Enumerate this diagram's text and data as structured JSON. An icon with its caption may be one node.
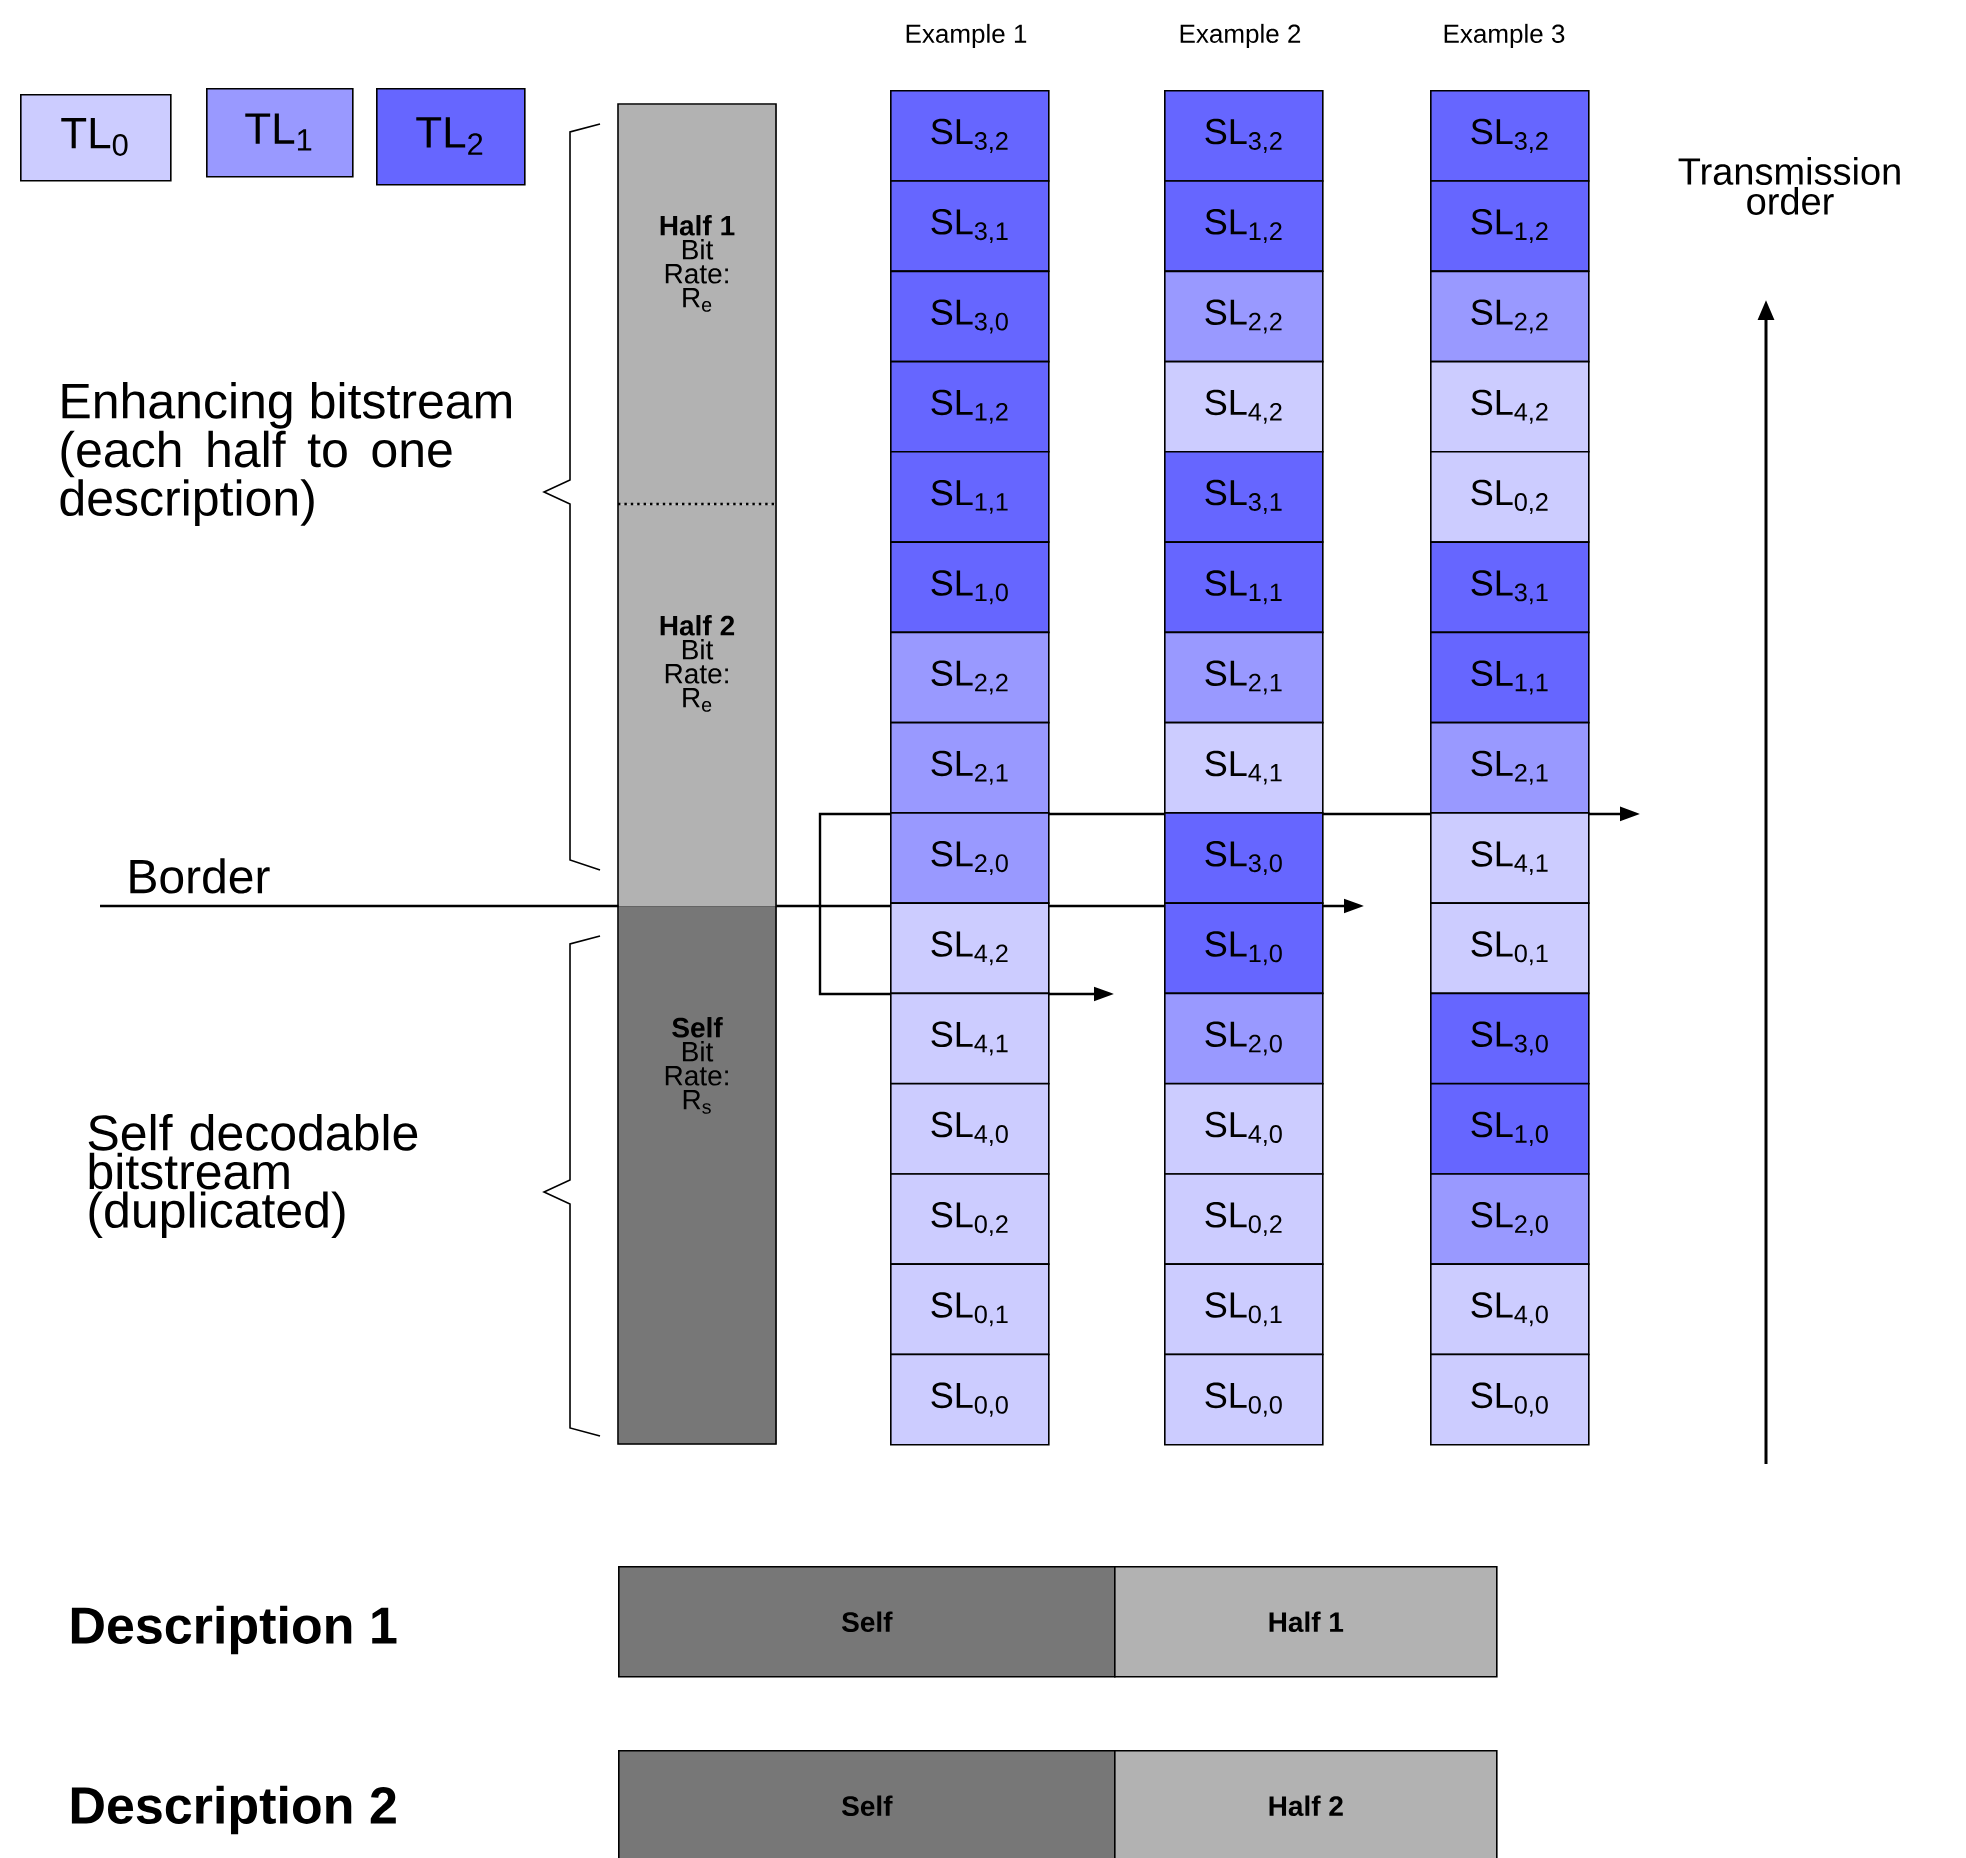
{
  "diagram": {
    "nodes": [
      {
        "text": [
          "Half 1",
          "Bit Rate: R$_{e}$"
        ]
      },
      {
        "text": [
          "Half 2",
          "Bit Rate: R$_{e}$"
        ]
      },
      {
        "text": [
          "Self",
          "Bit Rate: R$_{s}$"
        ]
      },
      {
        "text": [
          "SL$_{3,2}$"
        ]
      },
      {
        "text": [
          "SL$_{3,1}$"
        ]
      },
      {
        "text": [
          "SL$_{3,0}$"
        ]
      },
      {
        "text": [
          "SL$_{1,2}$"
        ]
      },
      {
        "text": [
          "SL$_{1,1}$"
        ]
      },
      {
        "text": [
          "SL$_{1,0}$"
        ]
      },
      {
        "text": [
          "SL$_{2,2}$"
        ]
      },
      {
        "text": [
          "SL$_{2,1}$"
        ]
      },
      {
        "text": [
          "SL$_{2,0}$"
        ]
      },
      {
        "text": [
          "SL$_{4,2}$"
        ]
      },
      {
        "text": [
          "SL$_{4,1}$"
        ]
      },
      {
        "text": [
          "SL$_{4,0}$"
        ]
      },
      {
        "text": [
          "SL$_{0,2}$"
        ]
      },
      {
        "text": [
          "SL$_{0,1}$"
        ]
      },
      {
        "text": [
          "SL$_{0,0}$"
        ]
      },
      {
        "text": [
          "SL$_{3,2}$"
        ]
      },
      {
        "text": [
          "SL$_{1,2}$"
        ]
      },
      {
        "text": [
          "SL$_{2,2}$"
        ]
      },
      {
        "text": [
          "SL$_{4,2}$"
        ]
      },
      {
        "text": [
          "SL$_{3,1}$"
        ]
      },
      {
        "text": [
          "SL$_{1,1}$"
        ]
      },
      {
        "text": [
          "SL$_{2,1}$"
        ]
      },
      {
        "text": [
          "SL$_{4,1}$"
        ]
      },
      {
        "text": [
          "SL$_{3,0}$"
        ]
      },
      {
        "text": [
          "SL$_{1,0}$"
        ]
      },
      {
        "text": [
          "SL$_{2,0}$"
        ]
      },
      {
        "text": [
          "SL$_{4,0}$"
        ]
      },
      {
        "text": [
          "SL$_{0,2}$"
        ]
      },
      {
        "text": [
          "SL$_{0,1}$"
        ]
      },
      {
        "text": [
          "SL$_{0,0}$"
        ]
      },
      {
        "text": [
          "SL$_{3,2}$"
        ]
      },
      {
        "text": [
          "SL$_{1,2}$"
        ]
      },
      {
        "text": [
          "SL$_{2,2}$"
        ]
      },
      {
        "text": [
          "SL$_{4,2}$"
        ]
      },
      {
        "text": [
          "SL$_{0,2}$"
        ]
      },
      {
        "text": [
          "SL$_{3,1}$"
        ]
      },
      {
        "text": [
          "SL$_{1,1}$"
        ]
      },
      {
        "text": [
          "SL$_{2,1}$"
        ]
      },
      {
        "text": [
          "SL$_{4,1}$"
        ]
      },
      {
        "text": [
          "SL$_{0,1}$"
        ]
      },
      {
        "text": [
          "SL$_{3,0}$"
        ]
      },
      {
        "text": [
          "SL$_{1,0}$"
        ]
      },
      {
        "text": [
          "SL$_{2,0}$"
        ]
      },
      {
        "text": [
          "SL$_{4,0}$"
        ]
      },
      {
        "text": [
          "SL$_{0,0}$"
        ]
      },
      {
        "text": [
          "Self"
        ]
      },
      {
        "text": [
          "Half 1"
        ]
      },
      {
        "text": [
          "Self"
        ]
      },
      {
        "text": [
          "Half 2"
        ]
      }
    ],
    "labels": [
      "Example 1",
      "Example 2",
      "Example 3",
      "Transmission order",
      "Enhancing bitstream (each half to one description)",
      "Border",
      "Self decodable bitstream (duplicated)",
      "Description 1",
      "Description 2"
    ],
    "legend": [
      {
        "text": "TL$_{0}$",
        "color": "#ccccff"
      },
      {
        "text": "TL$_{1}$",
        "color": "#9999ff"
      },
      {
        "text": "TL$_{2}$",
        "color": "#6666ff"
      }
    ]
  }
}
